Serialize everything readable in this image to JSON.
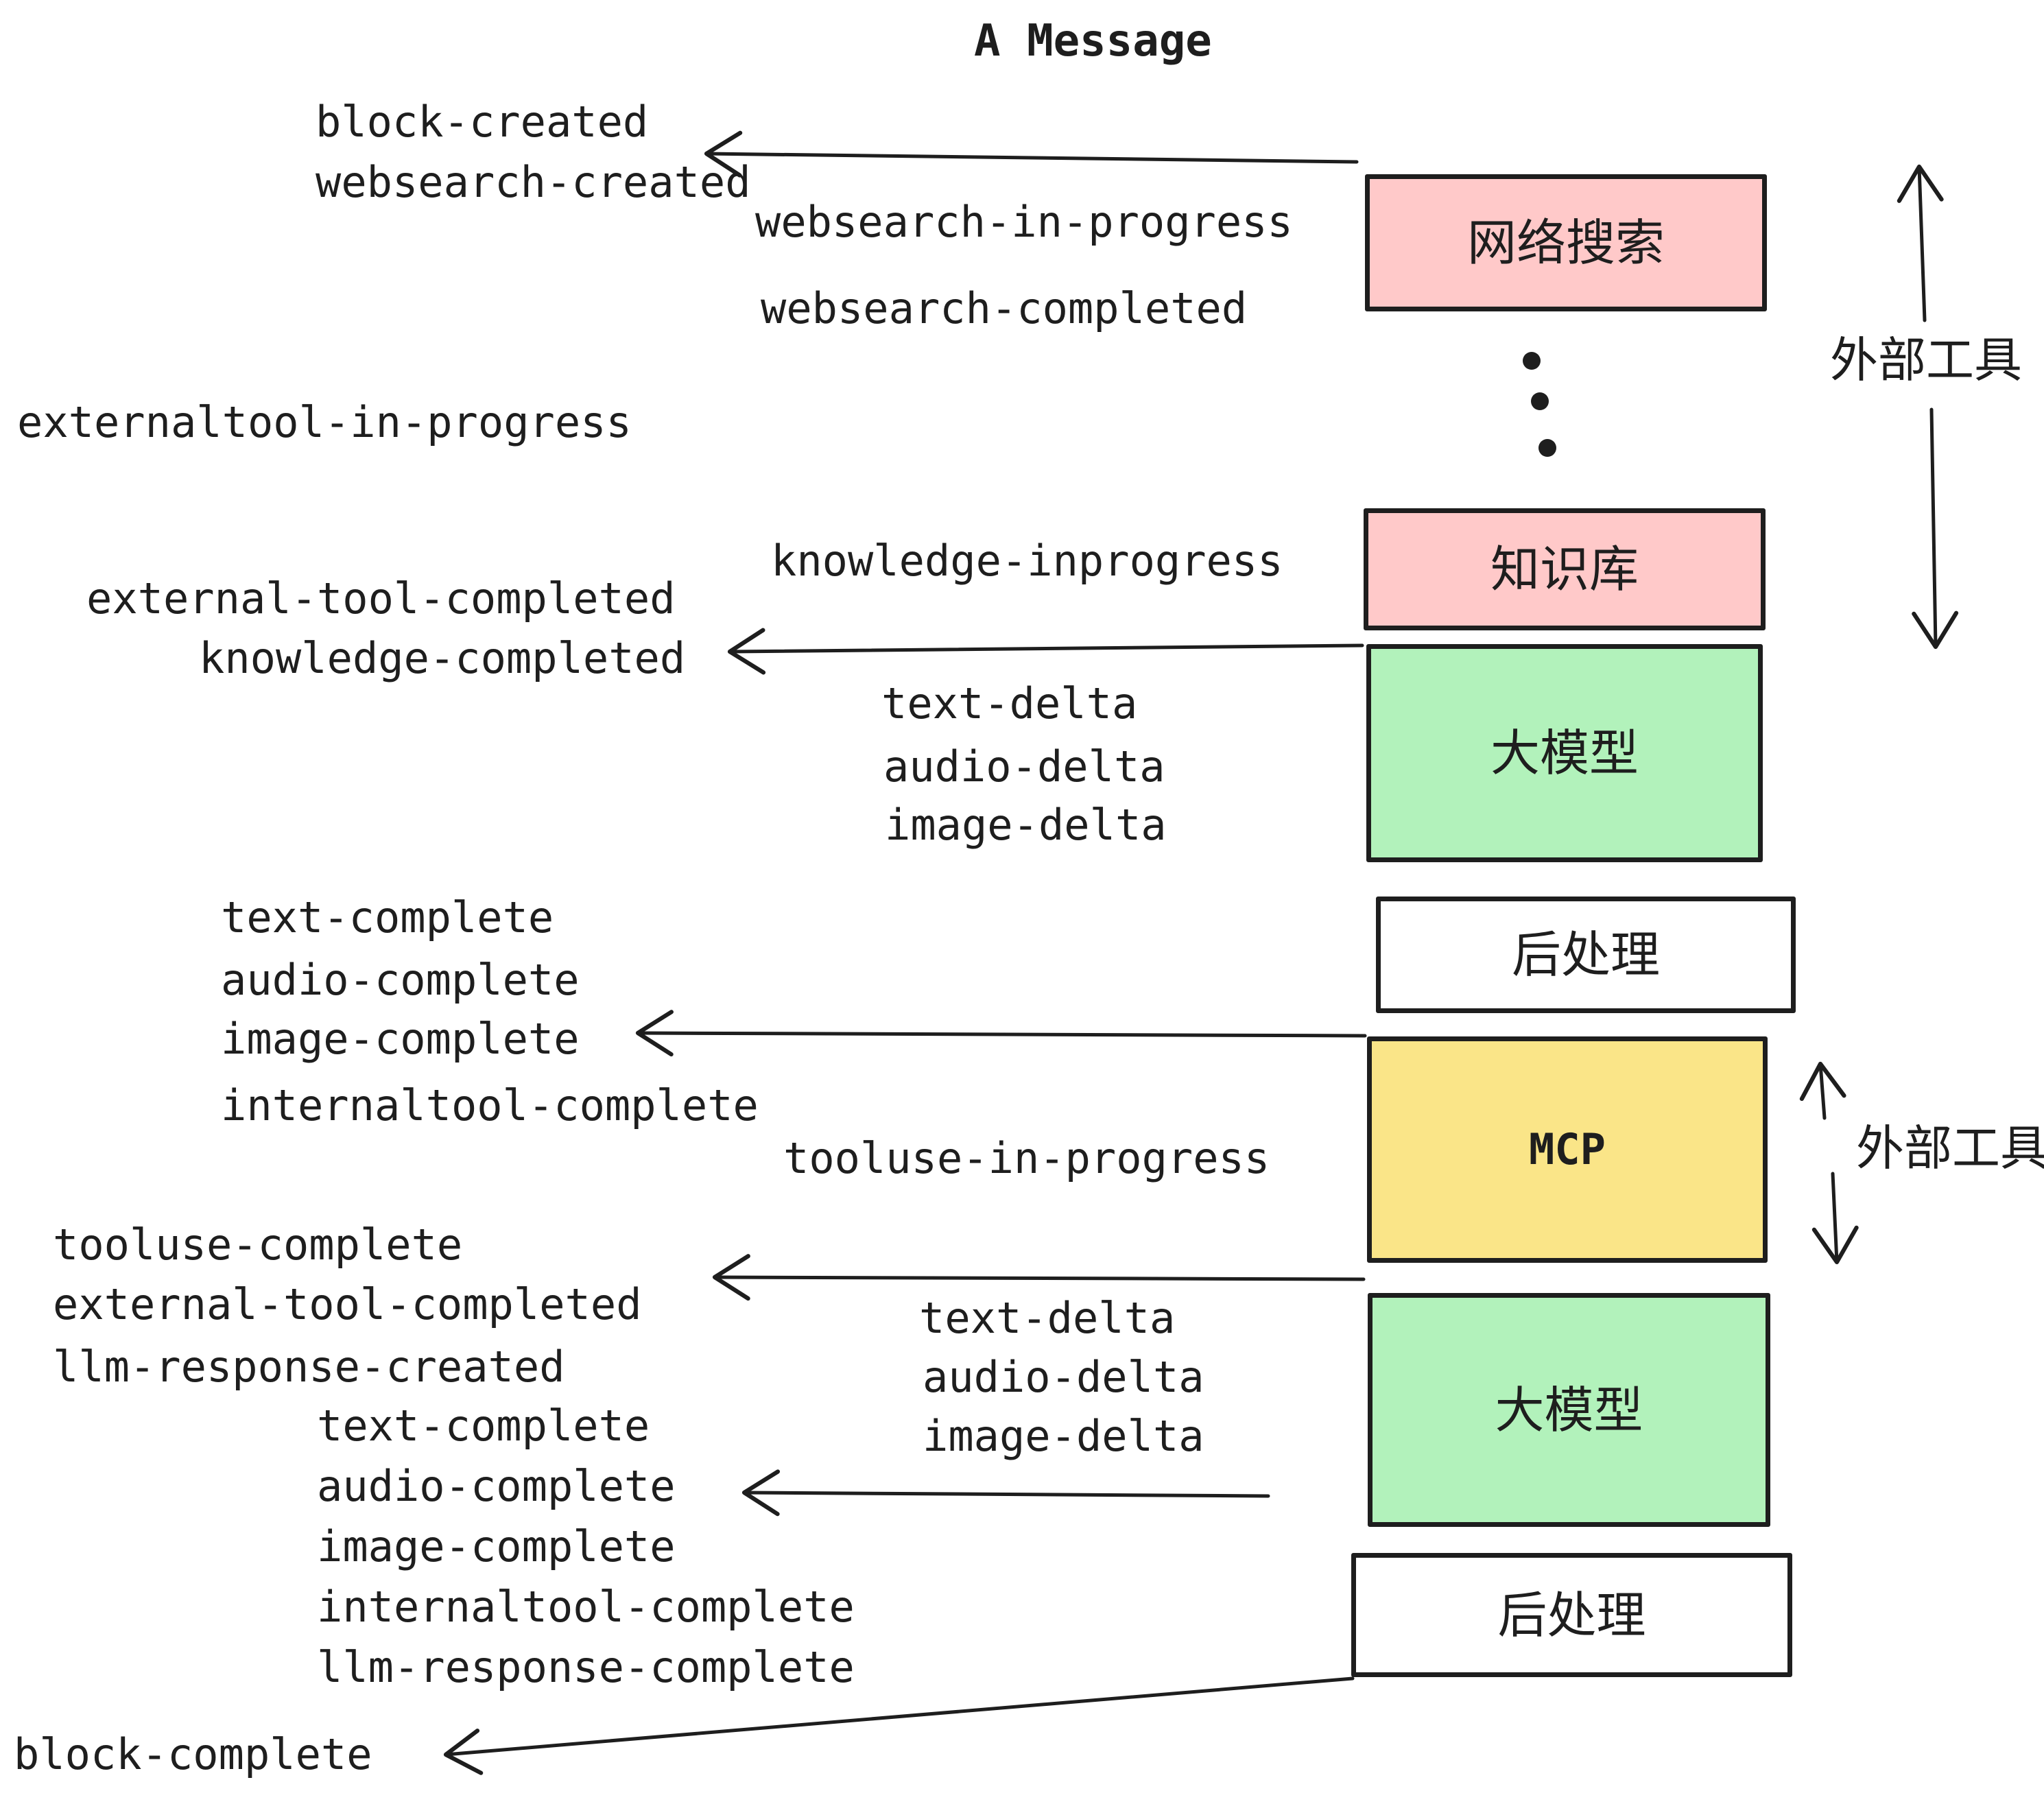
{
  "title": "A Message",
  "colors": {
    "pink": "#ffc9c9",
    "green": "#b2f2bb",
    "yellow": "#fae588",
    "white": "#ffffff",
    "ink": "#1e1e1e"
  },
  "boxes": {
    "websearch": {
      "label": "网络搜索"
    },
    "knowledge": {
      "label": "知识库"
    },
    "llm1": {
      "label": "大模型"
    },
    "post1": {
      "label": "后处理"
    },
    "mcp": {
      "label": "MCP"
    },
    "llm2": {
      "label": "大模型"
    },
    "post2": {
      "label": "后处理"
    }
  },
  "side_labels": {
    "external_tools_top": "外部工具",
    "external_tools_bottom": "外部工具"
  },
  "events": {
    "block_created": "block-created",
    "websearch_created": "websearch-created",
    "websearch_in_progress": "websearch-in-progress",
    "websearch_completed": "websearch-completed",
    "externaltool_in_progress": "externaltool-in-progress",
    "external_tool_completed": "external-tool-completed",
    "knowledge_completed": "knowledge-completed",
    "knowledge_inprogress": "knowledge-inprogress",
    "text_delta": "text-delta",
    "audio_delta": "audio-delta",
    "image_delta": "image-delta",
    "text_complete": "text-complete",
    "audio_complete": "audio-complete",
    "image_complete": "image-complete",
    "internaltool_complete": "internaltool-complete",
    "tooluse_in_progress": "tooluse-in-progress",
    "tooluse_complete": "tooluse-complete",
    "external_tool_completed_2": "external-tool-completed",
    "llm_response_created": "llm-response-created",
    "text_complete_2": "text-complete",
    "audio_complete_2": "audio-complete",
    "image_complete_2": "image-complete",
    "internaltool_complete_2": "internaltool-complete",
    "llm_response_complete": "llm-response-complete",
    "block_complete": "block-complete",
    "text_delta_2": "text-delta",
    "audio_delta_2": "audio-delta",
    "image_delta_2": "image-delta"
  }
}
